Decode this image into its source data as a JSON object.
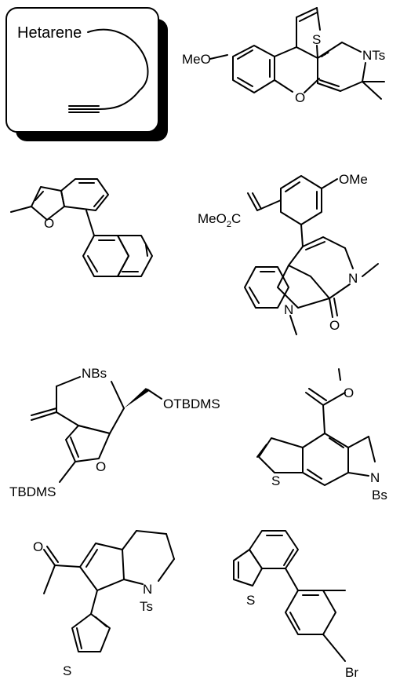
{
  "colors": {
    "ink": "#000000",
    "background": "#ffffff",
    "shadow": "#000000"
  },
  "hetarene_box": {
    "label": "Hetarene"
  },
  "structures": {
    "spiro_thiochromene": {
      "labels": {
        "methoxy": "MeO",
        "sulfur": "S",
        "tosylamide": "NTs",
        "oxygen": "O"
      }
    },
    "benzofuran_naphthyl": {
      "labels": {
        "oxygen": "O"
      }
    },
    "azepinoindole": {
      "labels": {
        "methoxy": "OMe",
        "ester": "MeO",
        "ester_sub": "2",
        "ester_c": "C",
        "nitrogen": "N",
        "carbonyl_o": "O",
        "indole_n": "N"
      }
    },
    "furoazepine": {
      "labels": {
        "bs_amide": "NBs",
        "silyl_ether": "OTBDMS",
        "furan_o": "O",
        "silyl": "TBDMS"
      }
    },
    "thienoindoline": {
      "labels": {
        "ketone_o": "O",
        "sulfur": "S",
        "nitrogen": "N",
        "bs": "Bs"
      }
    },
    "cyclopentapyridine": {
      "labels": {
        "ketone_o": "O",
        "nitrogen": "N",
        "ts": "Ts",
        "sulfur": "S"
      }
    },
    "benzothiophene_aryl": {
      "labels": {
        "sulfur": "S",
        "bromo": "Br"
      }
    }
  }
}
